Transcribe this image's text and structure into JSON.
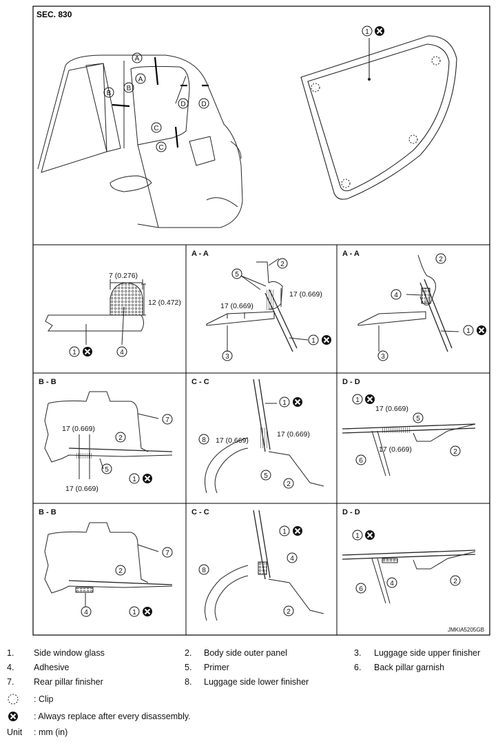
{
  "figure": {
    "section_label": "SEC. 830",
    "code": "JMKIA5205GB",
    "callouts": {
      "a": "A",
      "b": "B",
      "c": "C",
      "d": "D",
      "n1": "1",
      "n2": "2",
      "n3": "3",
      "n4": "4",
      "n5": "5",
      "n6": "6",
      "n7": "7",
      "n8": "8"
    },
    "dims": {
      "width_7": "7 (0.276)",
      "height_12": "12 (0.472)",
      "d17": "17 (0.669)"
    },
    "section_titles": {
      "aa": "A - A",
      "bb": "B - B",
      "cc": "C - C",
      "dd": "D - D"
    }
  },
  "legend": {
    "items": [
      {
        "num": "1.",
        "text": "Side window glass"
      },
      {
        "num": "2.",
        "text": "Body side outer panel"
      },
      {
        "num": "3.",
        "text": "Luggage side upper finisher"
      },
      {
        "num": "4.",
        "text": "Adhesive"
      },
      {
        "num": "5.",
        "text": "Primer"
      },
      {
        "num": "6.",
        "text": "Back pillar garnish"
      },
      {
        "num": "7.",
        "text": "Rear pillar finisher"
      },
      {
        "num": "8.",
        "text": "Luggage side lower finisher"
      }
    ],
    "clip": ": Clip",
    "replace": ": Always replace after every disassembly.",
    "unit_label": "Unit",
    "unit_value": ": mm (in)"
  }
}
